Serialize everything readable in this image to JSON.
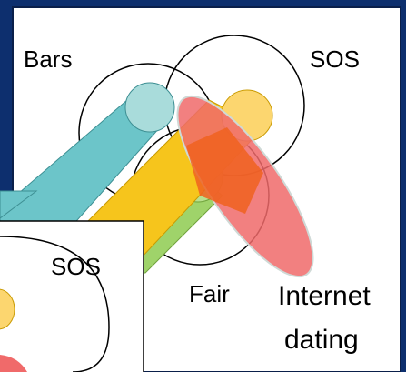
{
  "labels": {
    "bars": "Bars",
    "sos": "SOS",
    "fair": "Fair",
    "internet_dating_line1": "Internet",
    "internet_dating_line2": "dating",
    "inset_sos": "SOS"
  },
  "colors": {
    "background": "#0d2f6e",
    "panel": "#ffffff",
    "frame": "#0a1f4a",
    "teal_band": "#6cc5c9",
    "yellow_band": "#f6c51c",
    "green_band": "#9fd36a",
    "teal_circle": "#a9dcdb",
    "yellow_circle": "#fcd66f",
    "red_ellipse": "#f06a6a",
    "orange_overlap": "#f0611e"
  }
}
